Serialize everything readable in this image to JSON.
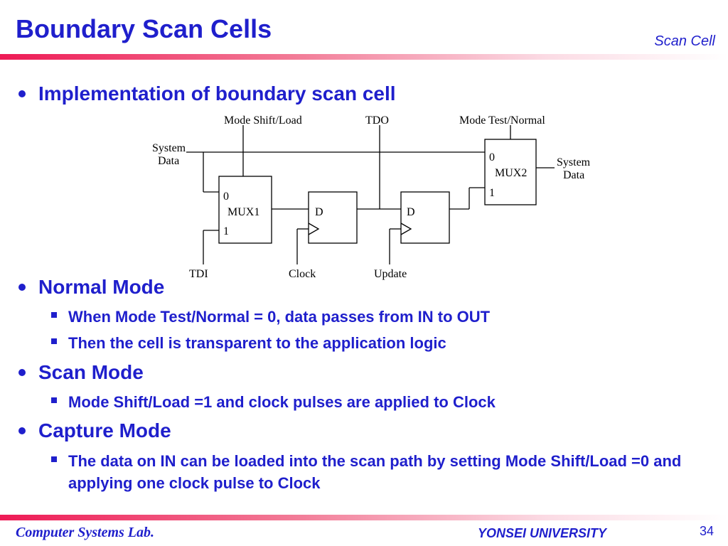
{
  "slide": {
    "title": "Boundary Scan Cells",
    "section": "Scan Cell",
    "page_number": "34"
  },
  "bullets": {
    "b1": "Implementation of boundary scan cell",
    "b2": "Normal Mode",
    "b2_sub1": "When Mode Test/Normal = 0, data passes from IN to OUT",
    "b2_sub2": "Then the cell is transparent to the application logic",
    "b3": "Scan Mode",
    "b3_sub1": "Mode Shift/Load =1 and clock pulses are applied to Clock",
    "b4": "Capture Mode",
    "b4_sub1": "The data on IN can be loaded into the scan path by setting Mode Shift/Load =0 and applying one clock pulse to Clock"
  },
  "diagram": {
    "mode_shift_load": "Mode Shift/Load",
    "tdo": "TDO",
    "mode_test_normal": "Mode Test/Normal",
    "system_data_in_1": "System",
    "system_data_in_2": "Data",
    "system_data_out_1": "System",
    "system_data_out_2": "Data",
    "mux1": "MUX1",
    "mux1_in0": "0",
    "mux1_in1": "1",
    "mux2": "MUX2",
    "mux2_in0": "0",
    "mux2_in1": "1",
    "ff1_d": "D",
    "ff2_d": "D",
    "tdi": "TDI",
    "clock": "Clock",
    "update": "Update"
  },
  "footer": {
    "lab": "Computer Systems Lab.",
    "university": "YONSEI UNIVERSITY"
  }
}
